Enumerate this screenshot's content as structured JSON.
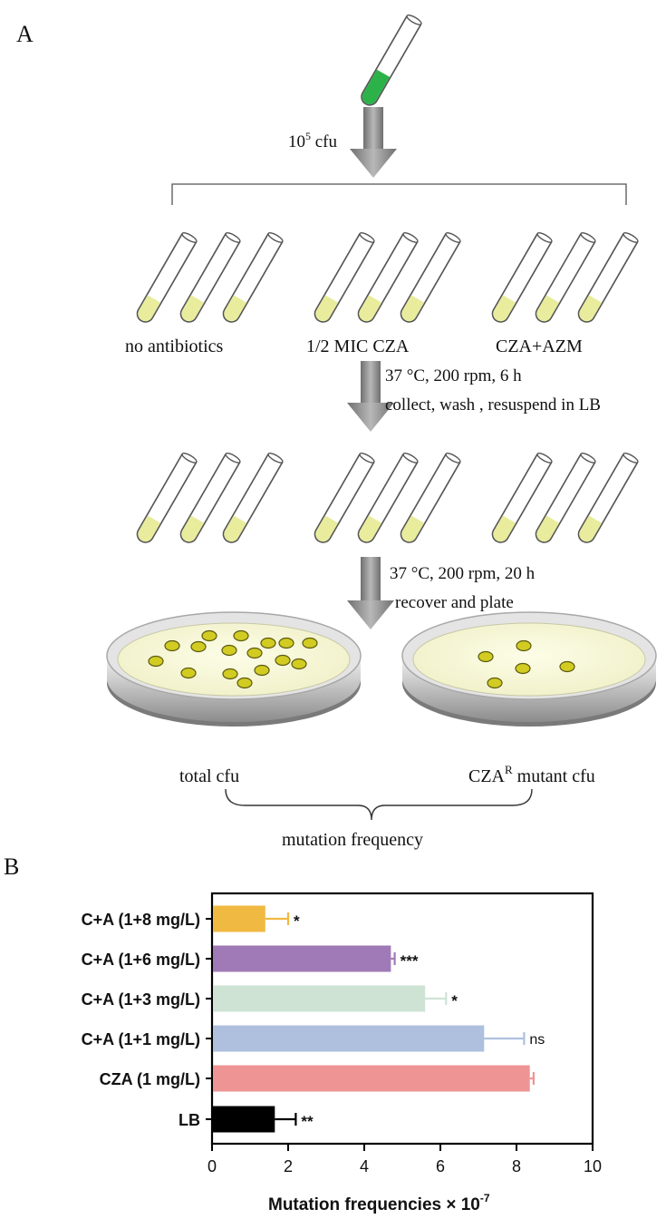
{
  "panel_a": {
    "letter": "A",
    "inoculum_label": "10",
    "inoculum_sup": "5",
    "inoculum_unit": " cfu",
    "group_labels": [
      "no antibiotics",
      "1/2 MIC CZA",
      "CZA+AZM"
    ],
    "step1_line1": "37 °C, 200 rpm, 6 h",
    "step1_line2": "collect, wash , resuspend in LB",
    "step2_line1": "37 °C, 200 rpm, 20 h",
    "step2_line2": "recover and plate",
    "plate_left_label": "total cfu",
    "plate_right_label_main": "CZA",
    "plate_right_label_sup": "R",
    "plate_right_label_rest": " mutant cfu",
    "bottom_label": "mutation frequency",
    "colors": {
      "inoculum_liquid": "#2db24a",
      "medium": "#e8ec9c",
      "colony": "#d2cb22",
      "arrow": "#8a8a8a"
    }
  },
  "panel_b": {
    "letter": "B",
    "chart_data": {
      "type": "bar",
      "orientation": "horizontal",
      "categories": [
        "C+A (1+8 mg/L)",
        "C+A (1+6 mg/L)",
        "C+A (1+3 mg/L)",
        "C+A (1+1 mg/L)",
        "CZA (1 mg/L)",
        "LB"
      ],
      "values": [
        1.4,
        4.7,
        5.6,
        7.15,
        8.35,
        1.65
      ],
      "errors": [
        0.6,
        0.1,
        0.55,
        1.05,
        0.1,
        0.55
      ],
      "significance": [
        "*",
        "***",
        "*",
        "ns",
        "",
        "**"
      ],
      "colors": [
        "#f0b942",
        "#a07ab6",
        "#cfe3d5",
        "#aec0de",
        "#ee9494",
        "#000000"
      ],
      "xlim": [
        0,
        10
      ],
      "xticks": [
        0,
        2,
        4,
        6,
        8,
        10
      ],
      "xlabel_main": "Mutation frequencies × 10",
      "xlabel_sup": "-7",
      "grid": false
    }
  }
}
